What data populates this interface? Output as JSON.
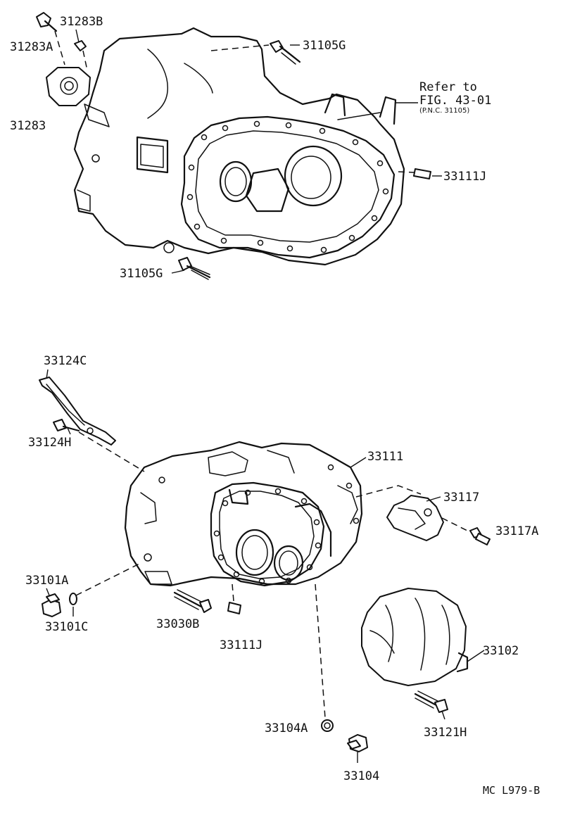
{
  "diagram": {
    "callouts": [
      {
        "id": "c1",
        "text": "31283B"
      },
      {
        "id": "c2",
        "text": "31283A"
      },
      {
        "id": "c3",
        "text": "31283"
      },
      {
        "id": "c4",
        "text": "31105G"
      },
      {
        "id": "c5",
        "text": "Refer to"
      },
      {
        "id": "c6",
        "text": "FIG. 43-01"
      },
      {
        "id": "c7",
        "text": "(P.N.C. 31105)"
      },
      {
        "id": "c8",
        "text": "33111J"
      },
      {
        "id": "c9",
        "text": "31105G"
      },
      {
        "id": "c10",
        "text": "33124C"
      },
      {
        "id": "c11",
        "text": "33124H"
      },
      {
        "id": "c12",
        "text": "33111"
      },
      {
        "id": "c13",
        "text": "33117"
      },
      {
        "id": "c14",
        "text": "33117A"
      },
      {
        "id": "c15",
        "text": "33101A"
      },
      {
        "id": "c16",
        "text": "33101C"
      },
      {
        "id": "c17",
        "text": "33030B"
      },
      {
        "id": "c18",
        "text": "33111J"
      },
      {
        "id": "c19",
        "text": "33102"
      },
      {
        "id": "c20",
        "text": "33104A"
      },
      {
        "id": "c21",
        "text": "33121H"
      },
      {
        "id": "c22",
        "text": "33104"
      }
    ],
    "figure_code": "MC L979-B"
  }
}
